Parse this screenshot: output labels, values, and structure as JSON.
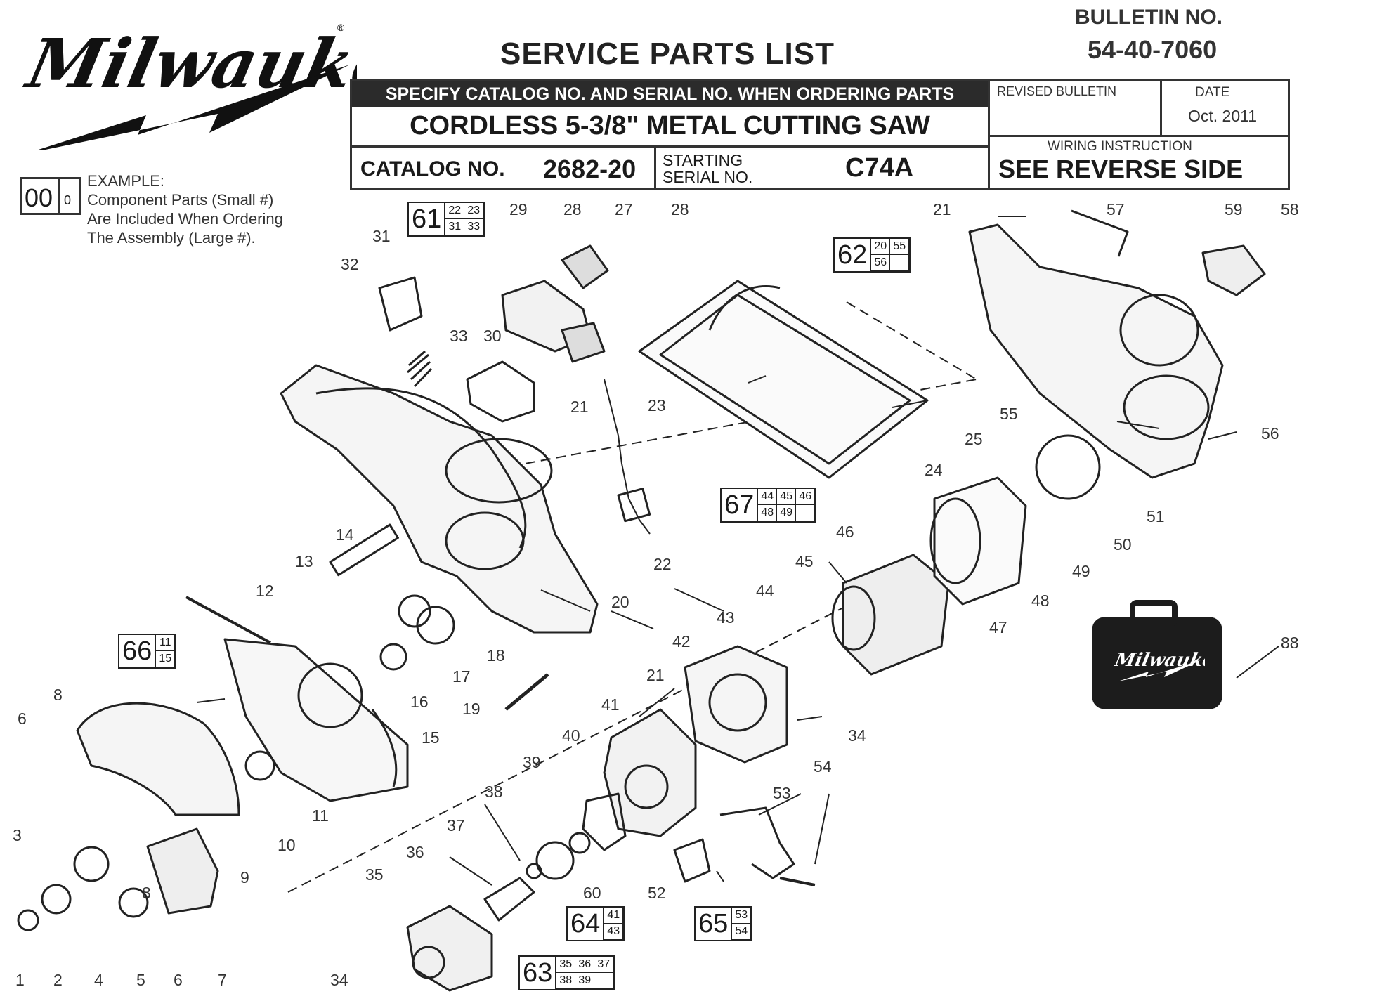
{
  "header": {
    "brand": "Milwaukee",
    "title": "SERVICE PARTS LIST",
    "bulletin_label": "BULLETIN NO.",
    "bulletin_number": "54-40-7060",
    "specify_banner": "SPECIFY CATALOG NO. AND SERIAL NO. WHEN ORDERING PARTS",
    "product": "CORDLESS 5-3/8\" METAL CUTTING SAW",
    "catalog_label": "CATALOG NO.",
    "catalog_number": "2682-20",
    "starting_serial_label_1": "STARTING",
    "starting_serial_label_2": "SERIAL NO.",
    "serial": "C74A",
    "revised_label": "REVISED BULLETIN",
    "date_label": "DATE",
    "date": "Oct. 2011",
    "wiring_label": "WIRING INSTRUCTION",
    "wiring_value": "SEE REVERSE SIDE"
  },
  "example": {
    "big": "00",
    "small": "0",
    "line1": "EXAMPLE:",
    "line2": "Component Parts (Small #)",
    "line3": "Are Included When Ordering",
    "line4": "The Assembly (Large #)."
  },
  "callouts": [
    "1",
    "2",
    "3",
    "4",
    "5",
    "6",
    "7",
    "8",
    "6",
    "8",
    "9",
    "10",
    "11",
    "12",
    "13",
    "14",
    "15",
    "16",
    "17",
    "18",
    "19",
    "20",
    "21",
    "21",
    "21",
    "22",
    "23",
    "24",
    "25",
    "27",
    "28",
    "28",
    "29",
    "30",
    "31",
    "32",
    "33",
    "34",
    "34",
    "35",
    "36",
    "37",
    "38",
    "39",
    "40",
    "41",
    "42",
    "43",
    "44",
    "45",
    "46",
    "47",
    "48",
    "49",
    "50",
    "51",
    "52",
    "53",
    "54",
    "55",
    "56",
    "57",
    "58",
    "59",
    "60",
    "88"
  ],
  "assemblies": {
    "a61": {
      "num": "61",
      "parts": [
        "22",
        "31",
        "23",
        "33"
      ]
    },
    "a62": {
      "num": "62",
      "parts": [
        "20",
        "56",
        "55",
        ""
      ]
    },
    "a66": {
      "num": "66",
      "parts": [
        "11",
        "15"
      ]
    },
    "a67": {
      "num": "67",
      "parts": [
        "44",
        "48",
        "45",
        "49",
        "46",
        ""
      ]
    },
    "a64": {
      "num": "64",
      "parts": [
        "41",
        "43"
      ]
    },
    "a65": {
      "num": "65",
      "parts": [
        "53",
        "54"
      ]
    },
    "a63": {
      "num": "63",
      "parts": [
        "35",
        "38",
        "36",
        "39",
        "37",
        ""
      ]
    }
  },
  "case_brand": "Milwaukee"
}
